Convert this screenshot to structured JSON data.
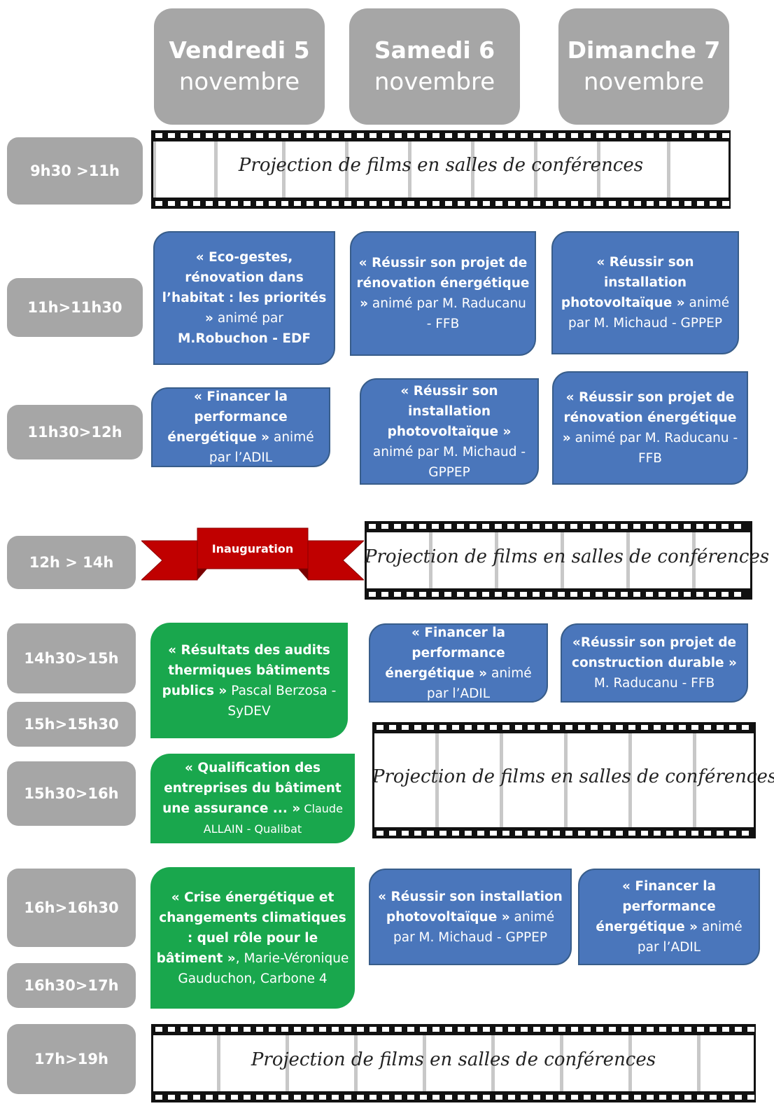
{
  "days": [
    {
      "line1": "Vendredi 5",
      "line2": "novembre"
    },
    {
      "line1": "Samedi 6",
      "line2": "novembre"
    },
    {
      "line1": "Dimanche 7",
      "line2": "novembre"
    }
  ],
  "times": [
    "9h30 >11h",
    "11h>11h30",
    "11h30>12h",
    "12h > 14h",
    "14h30>15h",
    "15h>15h30",
    "15h30>16h",
    "16h>16h30",
    "16h30>17h",
    "17h>19h"
  ],
  "film_label": "Projection de films en salles de conférences",
  "inauguration": "Inauguration",
  "sessions": {
    "s1": {
      "bold": "« Eco-gestes, rénovation dans l’habitat : les priorités »",
      "rest": " animé par ",
      "bold2": "M.Robuchon - EDF"
    },
    "s2": {
      "bold": "« Réussir son projet de rénovation énergétique »",
      "rest": " animé par M. Raducanu - FFB"
    },
    "s3": {
      "bold": "« Réussir son installation photovoltaïque »",
      "rest": " animé par M. Michaud - GPPEP"
    },
    "s4": {
      "bold": "« Financer la performance énergétique »",
      "rest": " animé par l’ADIL"
    },
    "s5": {
      "bold": "« Réussir son installation photovoltaïque »",
      "rest": " animé par M. Michaud - GPPEP"
    },
    "s6": {
      "bold": "« Réussir son projet de rénovation énergétique »",
      "rest": " animé par M. Raducanu - FFB"
    },
    "s7": {
      "bold": "« Résultats des audits thermiques bâtiments publics »",
      "rest": " Pascal Berzosa - SyDEV"
    },
    "s8": {
      "bold": "« Financer la performance énergétique »",
      "rest": " animé par l’ADIL"
    },
    "s9": {
      "bold": "«Réussir son projet de construction durable »",
      "rest": " M. Raducanu - FFB"
    },
    "s10": {
      "bold": "« Qualification des entreprises du bâtiment une assurance ... »",
      "rest": " Claude ALLAIN - Qualibat"
    },
    "s11": {
      "bold": "« Crise énergétique et changements climatiques : quel rôle pour le bâtiment »",
      "rest": ", Marie-Véronique Gauduchon, Carbone 4"
    },
    "s12": {
      "bold": "« Réussir son installation photovoltaïque »",
      "rest": " animé par M. Michaud - GPPEP"
    },
    "s13": {
      "bold": "« Financer la performance énergétique »",
      "rest": " animé par l’ADIL"
    }
  },
  "colors": {
    "gray": "#a6a6a6",
    "blue": "#4a76bb",
    "green": "#19a74d",
    "ribbon": "#c00000"
  }
}
